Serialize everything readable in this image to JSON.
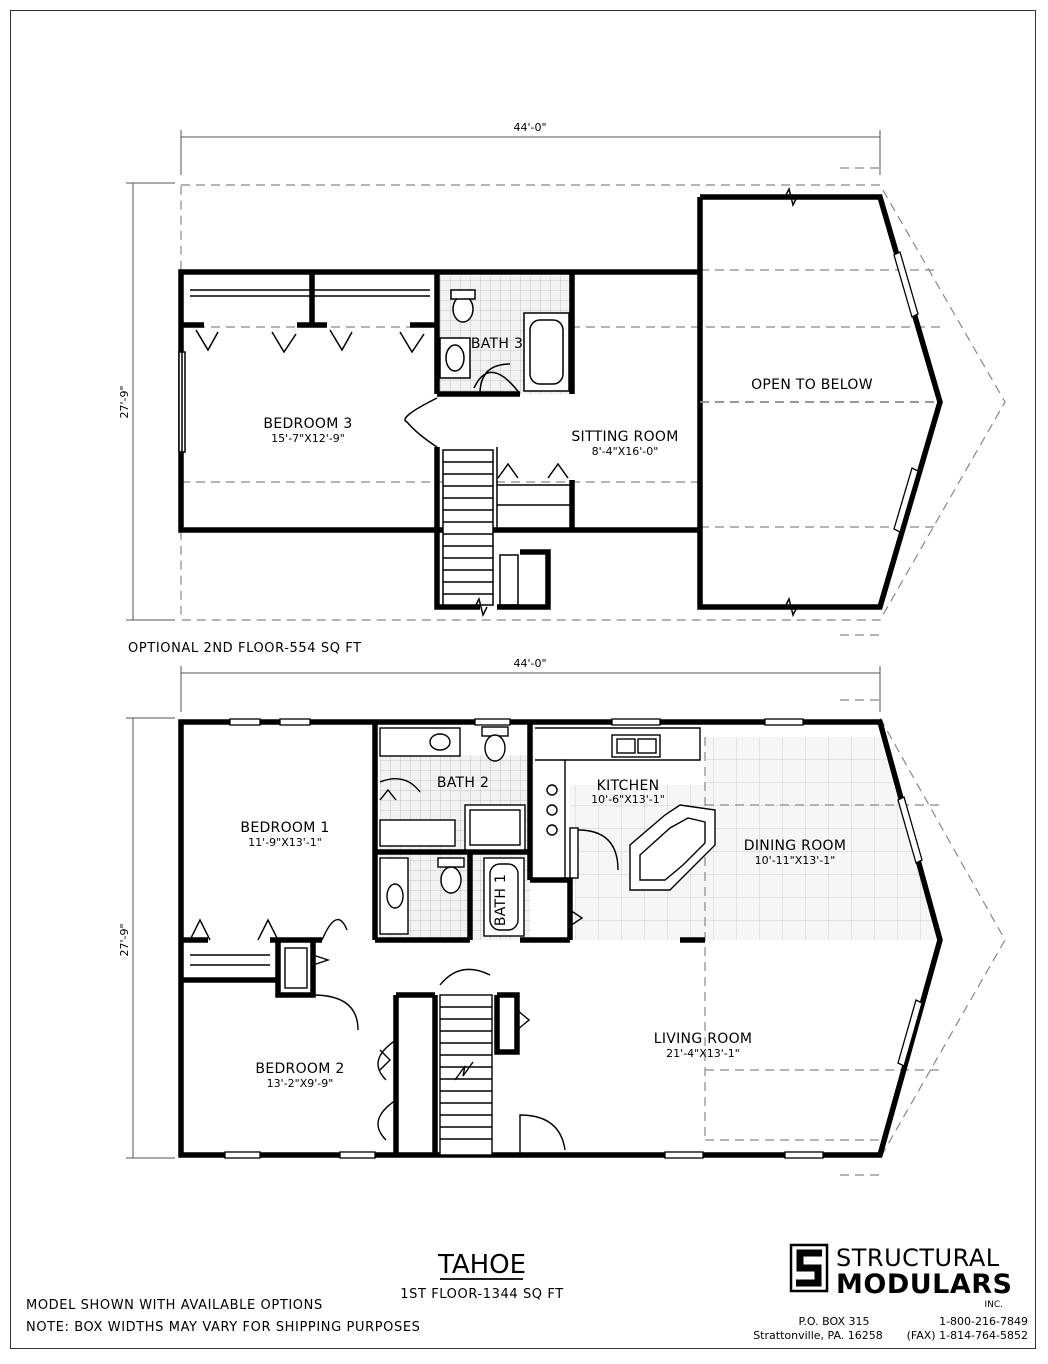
{
  "second_floor": {
    "width_dim": "44'-0\"",
    "depth_dim": "27'-9\"",
    "caption": "OPTIONAL 2ND FLOOR-554 SQ FT",
    "rooms": {
      "bedroom3": {
        "name": "BEDROOM 3",
        "size": "15'-7\"X12'-9\""
      },
      "bath3": {
        "name": "BATH 3"
      },
      "sitting": {
        "name": "SITTING ROOM",
        "size": "8'-4\"X16'-0\""
      },
      "open": {
        "name": "OPEN TO BELOW"
      }
    }
  },
  "first_floor": {
    "width_dim": "44'-0\"",
    "depth_dim": "27'-9\"",
    "rooms": {
      "bedroom1": {
        "name": "BEDROOM 1",
        "size": "11'-9\"X13'-1\""
      },
      "bath2": {
        "name": "BATH 2"
      },
      "bath1": {
        "name": "BATH 1"
      },
      "kitchen": {
        "name": "KITCHEN",
        "size": "10'-6\"X13'-1\""
      },
      "dining": {
        "name": "DINING ROOM",
        "size": "10'-11\"X13'-1\""
      },
      "living": {
        "name": "LIVING ROOM",
        "size": "21'-4\"X13'-1\""
      },
      "bedroom2": {
        "name": "BEDROOM 2",
        "size": "13'-2\"X9'-9\""
      }
    }
  },
  "title": {
    "model_name": "TAHOE",
    "first_floor_sqft": "1ST FLOOR-1344 SQ FT"
  },
  "notes": [
    "MODEL SHOWN WITH AVAILABLE OPTIONS",
    "NOTE: BOX WIDTHS MAY VARY FOR SHIPPING PURPOSES"
  ],
  "company": {
    "name_line1": "STRUCTURAL",
    "name_line2": "MODULARS",
    "suffix": "INC.",
    "address_line1": "P.O. BOX 315",
    "address_line2": "Strattonville, PA. 16258",
    "phone": "1-800-216-7849",
    "fax": "(FAX) 1-814-764-5852"
  }
}
